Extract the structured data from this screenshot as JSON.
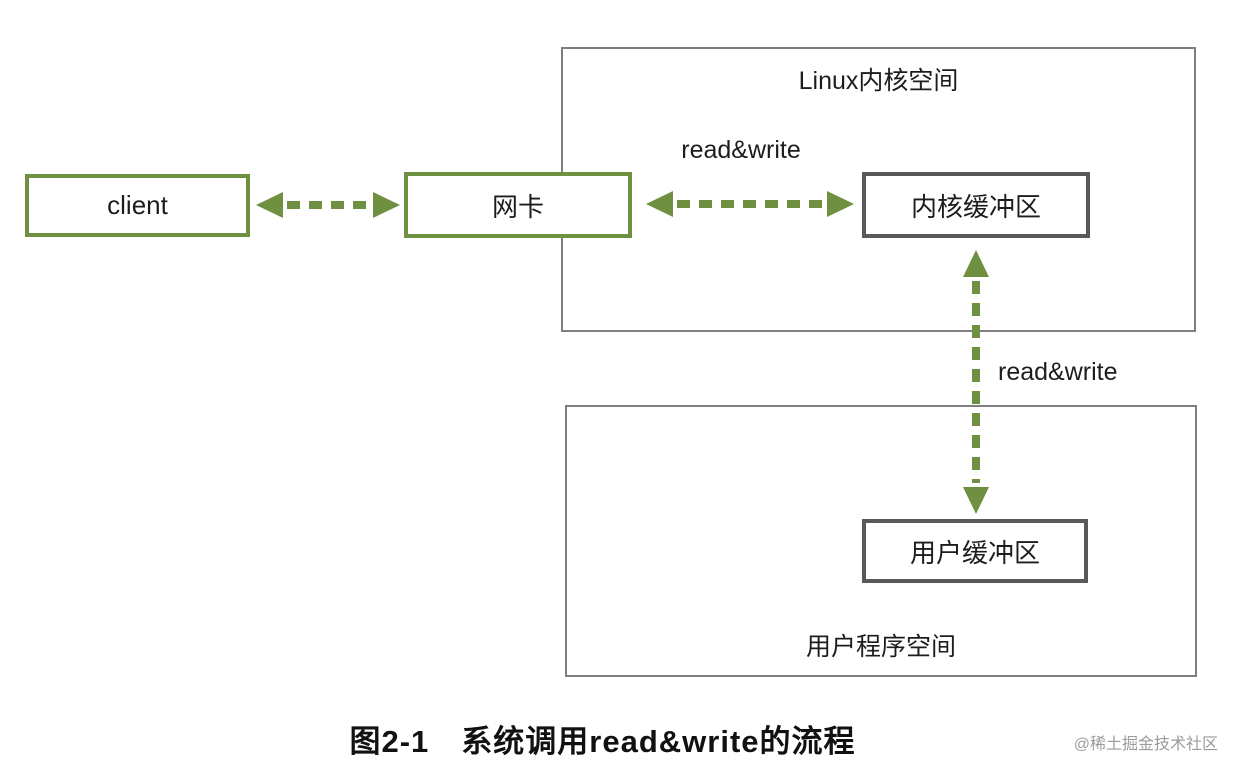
{
  "diagram": {
    "boxes": {
      "client": "client",
      "nic": "网卡",
      "kernel_buffer": "内核缓冲区",
      "user_buffer": "用户缓冲区"
    },
    "containers": {
      "kernel_space": "Linux内核空间",
      "user_space": "用户程序空间"
    },
    "labels": {
      "read_write_top": "read&write",
      "read_write_mid": "read&write"
    },
    "caption": "图2-1　系统调用read&write的流程",
    "watermark": "@稀土掘金技术社区",
    "colors": {
      "arrow_green": "#6e9040",
      "buffer_border_gray": "#595959",
      "container_border_gray": "#7f7f7f"
    }
  }
}
